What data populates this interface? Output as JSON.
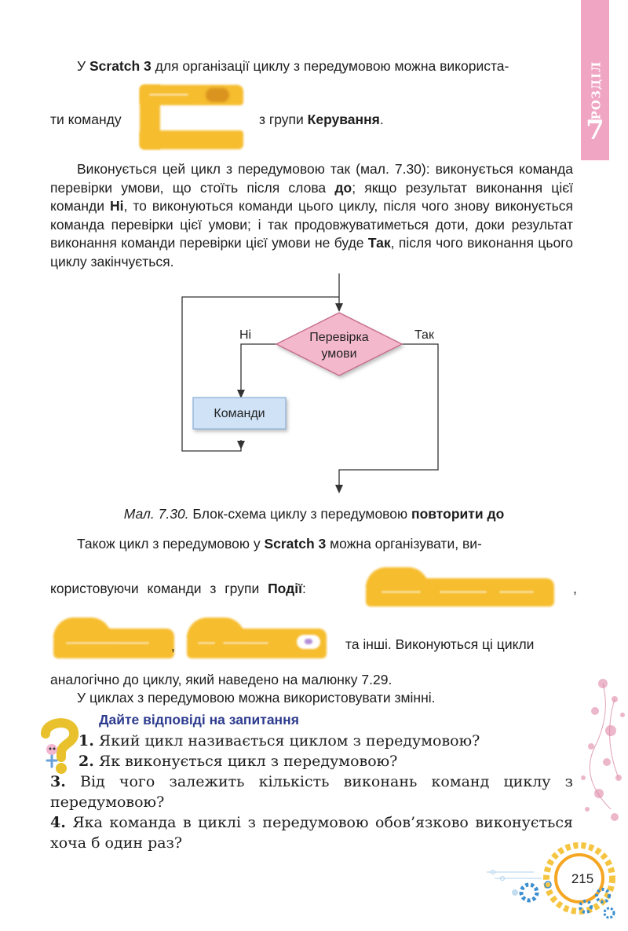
{
  "side_tab": {
    "word": "РОЗДІЛ",
    "number": "7"
  },
  "p1": {
    "a": "У ",
    "b1": "Scratch 3",
    "c": " для організації циклу з передумовою можна використа-",
    "d": "ти команду",
    "e": "з групи ",
    "b2": "Керування",
    "f": "."
  },
  "p2": {
    "a": "Виконується цей цикл з передумовою так (мал. 7.30): виконується команда перевірки умови, що стоїть після слова ",
    "b1": "до",
    "c": "; якщо результат виконання цієї команди ",
    "b2": "Ні",
    "d": ", то виконуються команди цього циклу, після чого знову виконується команда перевірки цієї умови; і так продовжуватиметься доти, доки результат виконання команди перевірки цієї умови не буде ",
    "b3": "Так",
    "e": ", після чого виконання цього циклу закінчується."
  },
  "flowchart": {
    "decision": [
      "Перевірка",
      "умови"
    ],
    "no": "Ні",
    "yes": "Так",
    "process": "Команди"
  },
  "caption": {
    "label": "Мал. 7.30.",
    "text": " Блок-схема циклу з передумовою ",
    "bold": "повторити до"
  },
  "p3": {
    "a": "Також цикл з передумовою у ",
    "b1": "Scratch 3",
    "c": " можна організувати, ви-",
    "d": "користовуючи команди з групи ",
    "b2": "Події",
    "e": ":",
    "f": ",",
    "g": ",",
    "h": "та інші. Виконуються ці цикли",
    "i": "аналогічно до циклу, який наведено на малюнку 7.29."
  },
  "p4": "У циклах з передумовою можна використовувати змінні.",
  "questions": {
    "title": "Дайте відповіді на запитання",
    "items": [
      {
        "num": "1.",
        "text": " Який цикл називається циклом з передумовою?"
      },
      {
        "num": "2.",
        "text": " Як виконується цикл з передумовою?"
      },
      {
        "num": "3.",
        "text": " Від чого залежить кількість виконань команд циклу з передумовою?"
      },
      {
        "num": "4.",
        "text": " Яка команда в циклі з передумовою обов’язково виконується хоча б один раз?"
      }
    ]
  },
  "page_number": "215",
  "colors": {
    "tab": "#f0a6c3",
    "block": "#f6bd2f",
    "diamond": "#f4b8cc",
    "process": "#cfe2f6",
    "title_blue": "#2d3b8e",
    "gear": "#f5a623"
  }
}
